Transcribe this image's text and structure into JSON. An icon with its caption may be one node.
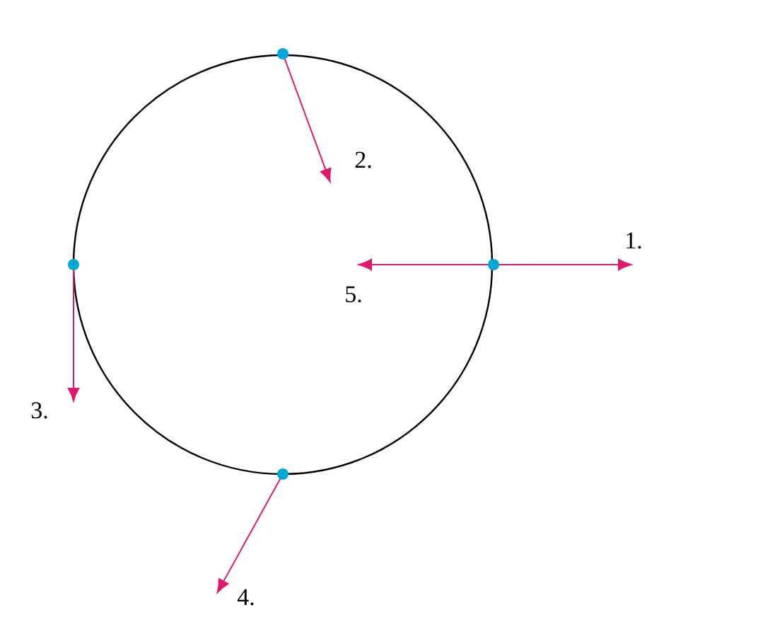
{
  "diagram": {
    "labels": [
      "2.",
      "1.",
      "5.",
      "3.",
      "4."
    ]
  }
}
